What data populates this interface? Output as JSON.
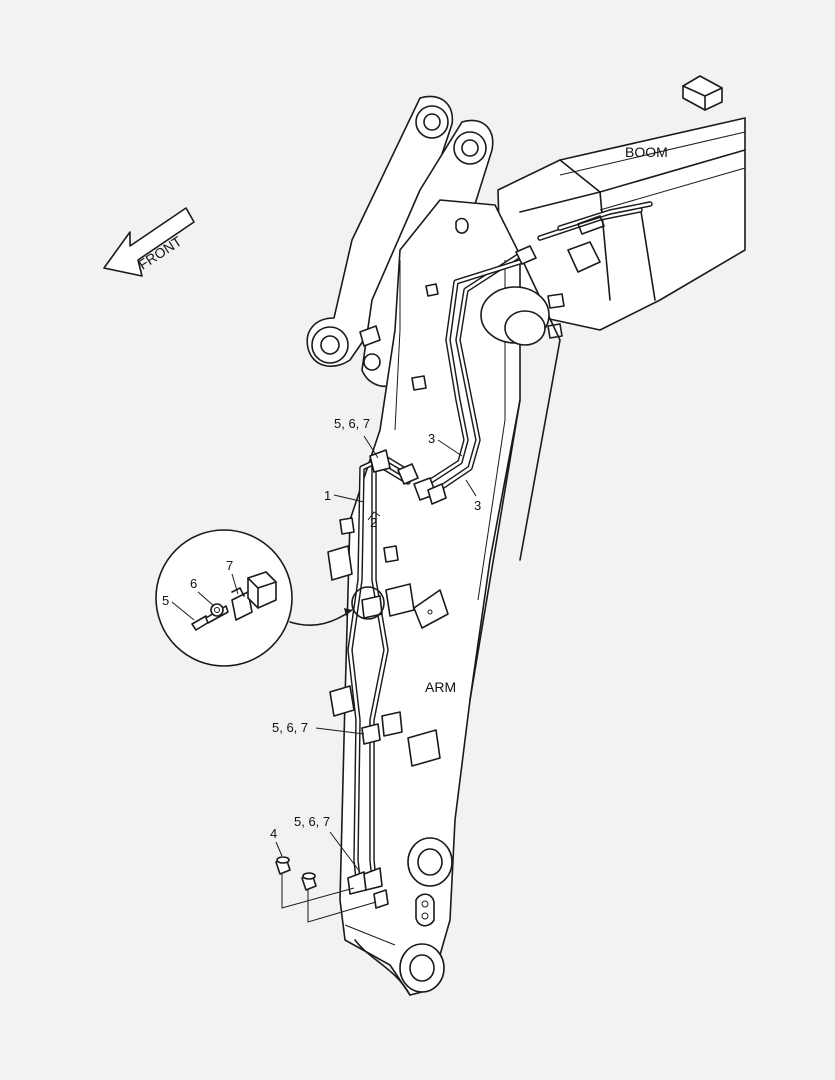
{
  "labels": {
    "boom": "BOOM",
    "arm": "ARM",
    "front": "FRONT"
  },
  "callouts": {
    "p1": "1",
    "p2": "2",
    "p3a": "3",
    "p3b": "3",
    "p4": "4",
    "clamp_top": "5, 6, 7",
    "clamp_mid": "5, 6, 7",
    "clamp_bottom": "5, 6, 7",
    "detail_5": "5",
    "detail_6": "6",
    "detail_7": "7"
  }
}
